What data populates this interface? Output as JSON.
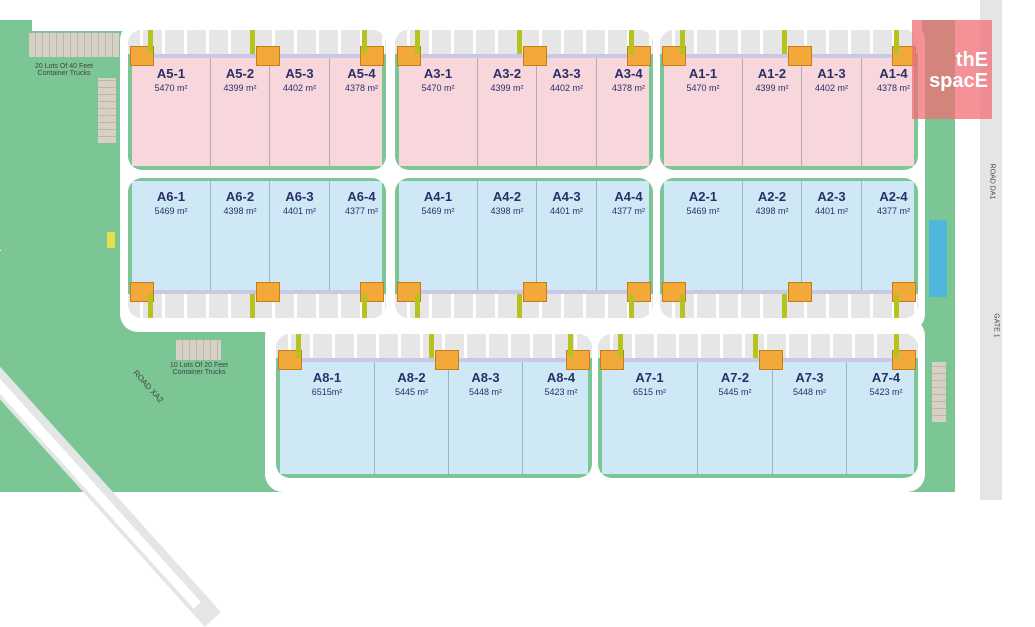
{
  "site": {
    "truck_lot_large": "20 Lots Of 40 Feet Container Trucks",
    "truck_lot_small": "10 Lots Of 20 Feet Container Trucks",
    "road_left": "ROAD XA2",
    "road_right": "ROAD DA1",
    "gate_right": "GATE 1",
    "logo": "thE spacE",
    "logo_color": "#f07c84"
  },
  "blocks": [
    {
      "id": "A5",
      "units": [
        {
          "label": "A5-1",
          "area": "5470 m²"
        },
        {
          "label": "A5-2",
          "area": "4399 m²"
        },
        {
          "label": "A5-3",
          "area": "4402 m²"
        },
        {
          "label": "A5-4",
          "area": "4378 m²"
        }
      ]
    },
    {
      "id": "A3",
      "units": [
        {
          "label": "A3-1",
          "area": "5470 m²"
        },
        {
          "label": "A3-2",
          "area": "4399 m²"
        },
        {
          "label": "A3-3",
          "area": "4402 m²"
        },
        {
          "label": "A3-4",
          "area": "4378 m²"
        }
      ]
    },
    {
      "id": "A1",
      "units": [
        {
          "label": "A1-1",
          "area": "5470 m²"
        },
        {
          "label": "A1-2",
          "area": "4399 m²"
        },
        {
          "label": "A1-3",
          "area": "4402 m²"
        },
        {
          "label": "A1-4",
          "area": "4378 m²"
        }
      ]
    },
    {
      "id": "A6",
      "units": [
        {
          "label": "A6-1",
          "area": "5469 m²"
        },
        {
          "label": "A6-2",
          "area": "4398 m²"
        },
        {
          "label": "A6-3",
          "area": "4401 m²"
        },
        {
          "label": "A6-4",
          "area": "4377 m²"
        }
      ]
    },
    {
      "id": "A4",
      "units": [
        {
          "label": "A4-1",
          "area": "5469 m²"
        },
        {
          "label": "A4-2",
          "area": "4398 m²"
        },
        {
          "label": "A4-3",
          "area": "4401 m²"
        },
        {
          "label": "A4-4",
          "area": "4377 m²"
        }
      ]
    },
    {
      "id": "A2",
      "units": [
        {
          "label": "A2-1",
          "area": "5469 m²"
        },
        {
          "label": "A2-2",
          "area": "4398 m²"
        },
        {
          "label": "A2-3",
          "area": "4401 m²"
        },
        {
          "label": "A2-4",
          "area": "4377 m²"
        }
      ]
    },
    {
      "id": "A8",
      "units": [
        {
          "label": "A8-1",
          "area": "6515m²"
        },
        {
          "label": "A8-2",
          "area": "5445 m²"
        },
        {
          "label": "A8-3",
          "area": "5448 m²"
        },
        {
          "label": "A8-4",
          "area": "5423 m²"
        }
      ]
    },
    {
      "id": "A7",
      "units": [
        {
          "label": "A7-1",
          "area": "6515 m²"
        },
        {
          "label": "A7-2",
          "area": "5445 m²"
        },
        {
          "label": "A7-3",
          "area": "5448 m²"
        },
        {
          "label": "A7-4",
          "area": "5423 m²"
        }
      ]
    }
  ]
}
